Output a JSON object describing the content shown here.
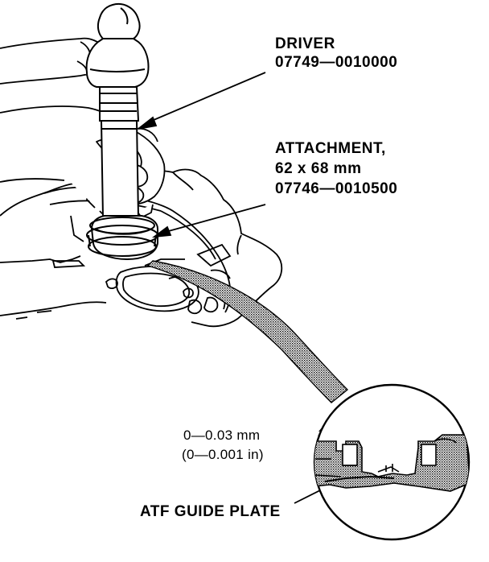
{
  "labels": {
    "driver_name": "DRIVER",
    "driver_part": "07749—0010000",
    "attachment_name": "ATTACHMENT,",
    "attachment_size": "62 x 68 mm",
    "attachment_part": "07746—0010500",
    "clearance_mm": "0—0.03 mm",
    "clearance_in": "(0—0.001 in)",
    "guide_plate": "ATF GUIDE PLATE"
  },
  "icons": [
    "hammer-icon",
    "hand-icon",
    "driver-tool-icon",
    "attachment-icon",
    "transmission-housing-icon",
    "detail-magnifier-icon"
  ],
  "colors": {
    "ink": "#000000",
    "paper": "#ffffff"
  }
}
